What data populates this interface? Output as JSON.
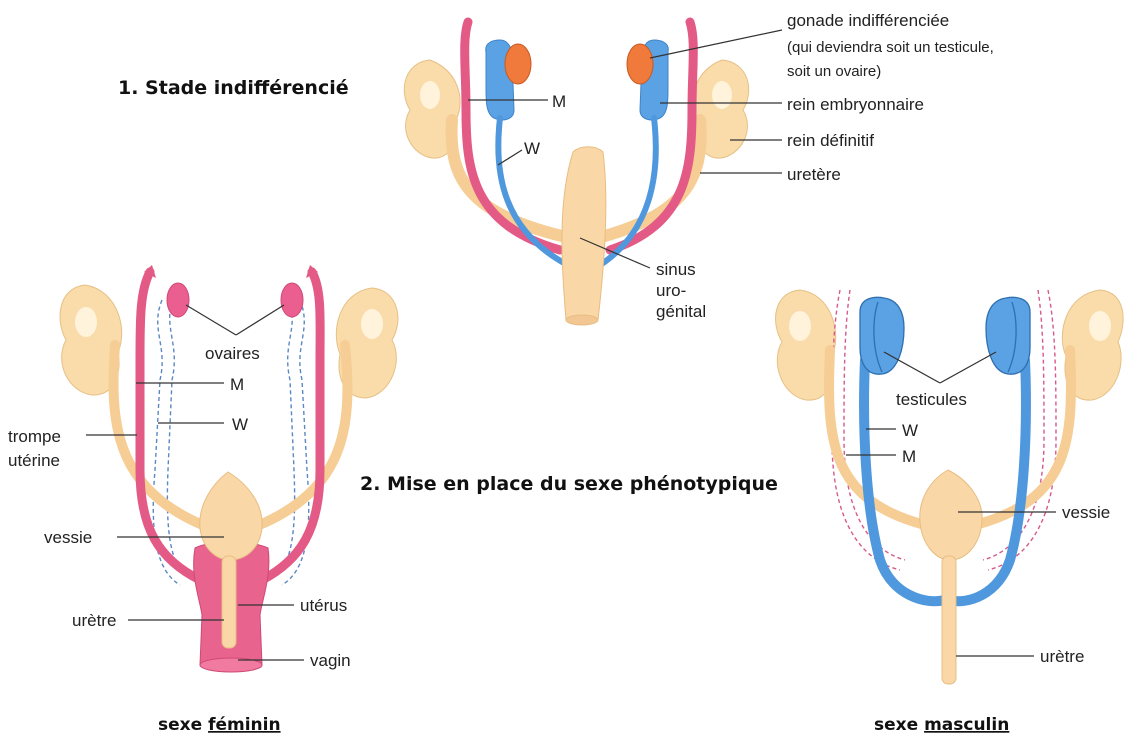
{
  "headings": {
    "stage1": "1. Stade indifférencié",
    "stage2": "2. Mise en place du sexe phénotypique"
  },
  "stage1_labels": {
    "gonade_line1": "gonade indifférenciée",
    "gonade_line2": "(qui deviendra soit un testicule,",
    "gonade_line3": "soit un ovaire)",
    "M": "M",
    "W": "W",
    "rein_embryonnaire": "rein embryonnaire",
    "rein_definitif": "rein définitif",
    "uretere": "uretère",
    "sinus_line1": "sinus",
    "sinus_line2": "uro-",
    "sinus_line3": "génital"
  },
  "female_labels": {
    "ovaires": "ovaires",
    "M": "M",
    "W": "W",
    "trompe_line1": "trompe",
    "trompe_line2": "utérine",
    "vessie": "vessie",
    "uterus": "utérus",
    "uretre": "urètre",
    "vagin": "vagin"
  },
  "male_labels": {
    "testicules": "testicules",
    "W": "W",
    "M": "M",
    "vessie": "vessie",
    "uretre": "urètre"
  },
  "captions": {
    "female_prefix": "sexe ",
    "female_word": "féminin",
    "male_prefix": "sexe ",
    "male_word": "masculin"
  },
  "colors": {
    "mullerian_duct": "#e35a86",
    "wolffian_duct": "#4f98dd",
    "gonad": "#f07a3c",
    "kidney": "#f9dcaa",
    "urogenital_sinus": "#f9d7a6"
  }
}
